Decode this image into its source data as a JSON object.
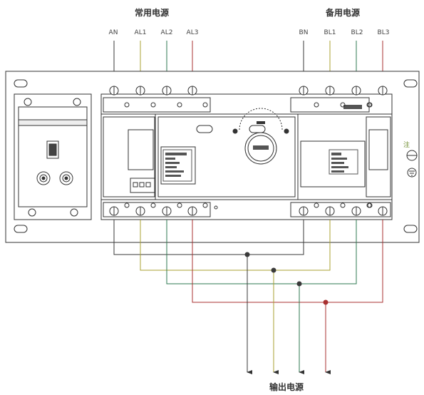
{
  "titles": {
    "normal_power": "常用电源",
    "backup_power": "备用电源",
    "output_power": "输出电源"
  },
  "terminals": {
    "normal": [
      "AN",
      "AL1",
      "AL2",
      "AL3"
    ],
    "backup": [
      "BN",
      "BL1",
      "BL2",
      "BL3"
    ]
  },
  "side_note": "注",
  "colors": {
    "neutral": "#3a3a3a",
    "phase1": "#a8a030",
    "phase2": "#2e7a50",
    "phase3": "#a83030",
    "frame": "#333333"
  },
  "icons": {
    "switch": "rocker-switch-icon",
    "terminal": "screw-terminal-icon",
    "knob": "rotary-knob-icon",
    "earth": "earth-icon"
  }
}
